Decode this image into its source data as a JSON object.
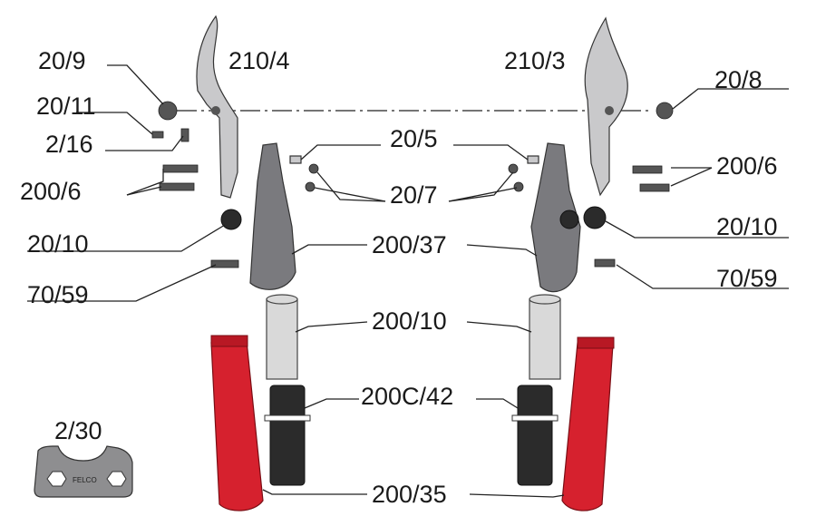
{
  "labels": {
    "l_20_9": "20/9",
    "l_210_4": "210/4",
    "l_210_3": "210/3",
    "l_20_8": "20/8",
    "l_20_11": "20/11",
    "l_2_16": "2/16",
    "l_20_5": "20/5",
    "l_200_6_left": "200/6",
    "l_200_6_right": "200/6",
    "l_20_7": "20/7",
    "l_20_10_left": "20/10",
    "l_20_10_right": "20/10",
    "l_200_37": "200/37",
    "l_70_59_left": "70/59",
    "l_70_59_right": "70/59",
    "l_200_10": "200/10",
    "l_200C_42": "200C/42",
    "l_2_30": "2/30",
    "l_200_35": "200/35"
  },
  "wrench_logo": "FELCO",
  "colors": {
    "grip_red": "#d6212e",
    "handle_grey": "#7a7a7e",
    "blade_metal": "#c9c9cb"
  }
}
